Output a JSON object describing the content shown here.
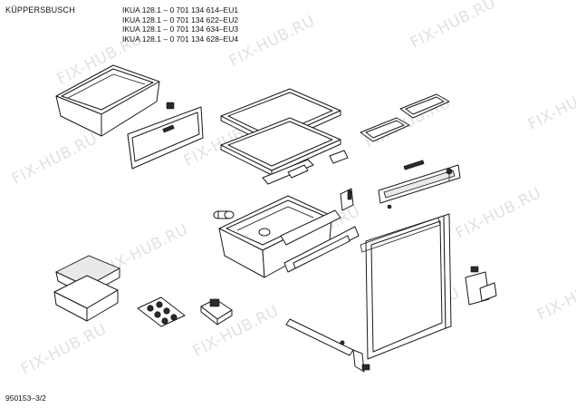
{
  "header": {
    "brand": "KÜPPERSBUSCH",
    "models": [
      "IKUA 128.1 – 0 701 134 614–EU1",
      "IKUA 128.1 – 0 701 134 622–EU2",
      "IKUA 128.1 – 0 701 134 634–EU3",
      "IKUA 128.1 – 0 701 134 628–EU4"
    ]
  },
  "footer": {
    "doc_number": "950153–3/2"
  },
  "watermark": {
    "text": "FIX-HUB.RU",
    "color": "#b0b0b0"
  },
  "parts": [
    "crisper-tray",
    "crisper-front-panel",
    "clip-small",
    "glass-shelf-upper",
    "glass-shelf-lower",
    "shelf-clip",
    "egg-tray-small",
    "egg-tray-large",
    "vegetable-drawer",
    "drawer-cover",
    "roller",
    "hinge-bracket",
    "door-handle-strip",
    "screw",
    "door",
    "door-gasket",
    "butter-box-lid",
    "butter-box",
    "egg-holder",
    "ice-cube-tray",
    "door-rail",
    "hinge-kit"
  ]
}
